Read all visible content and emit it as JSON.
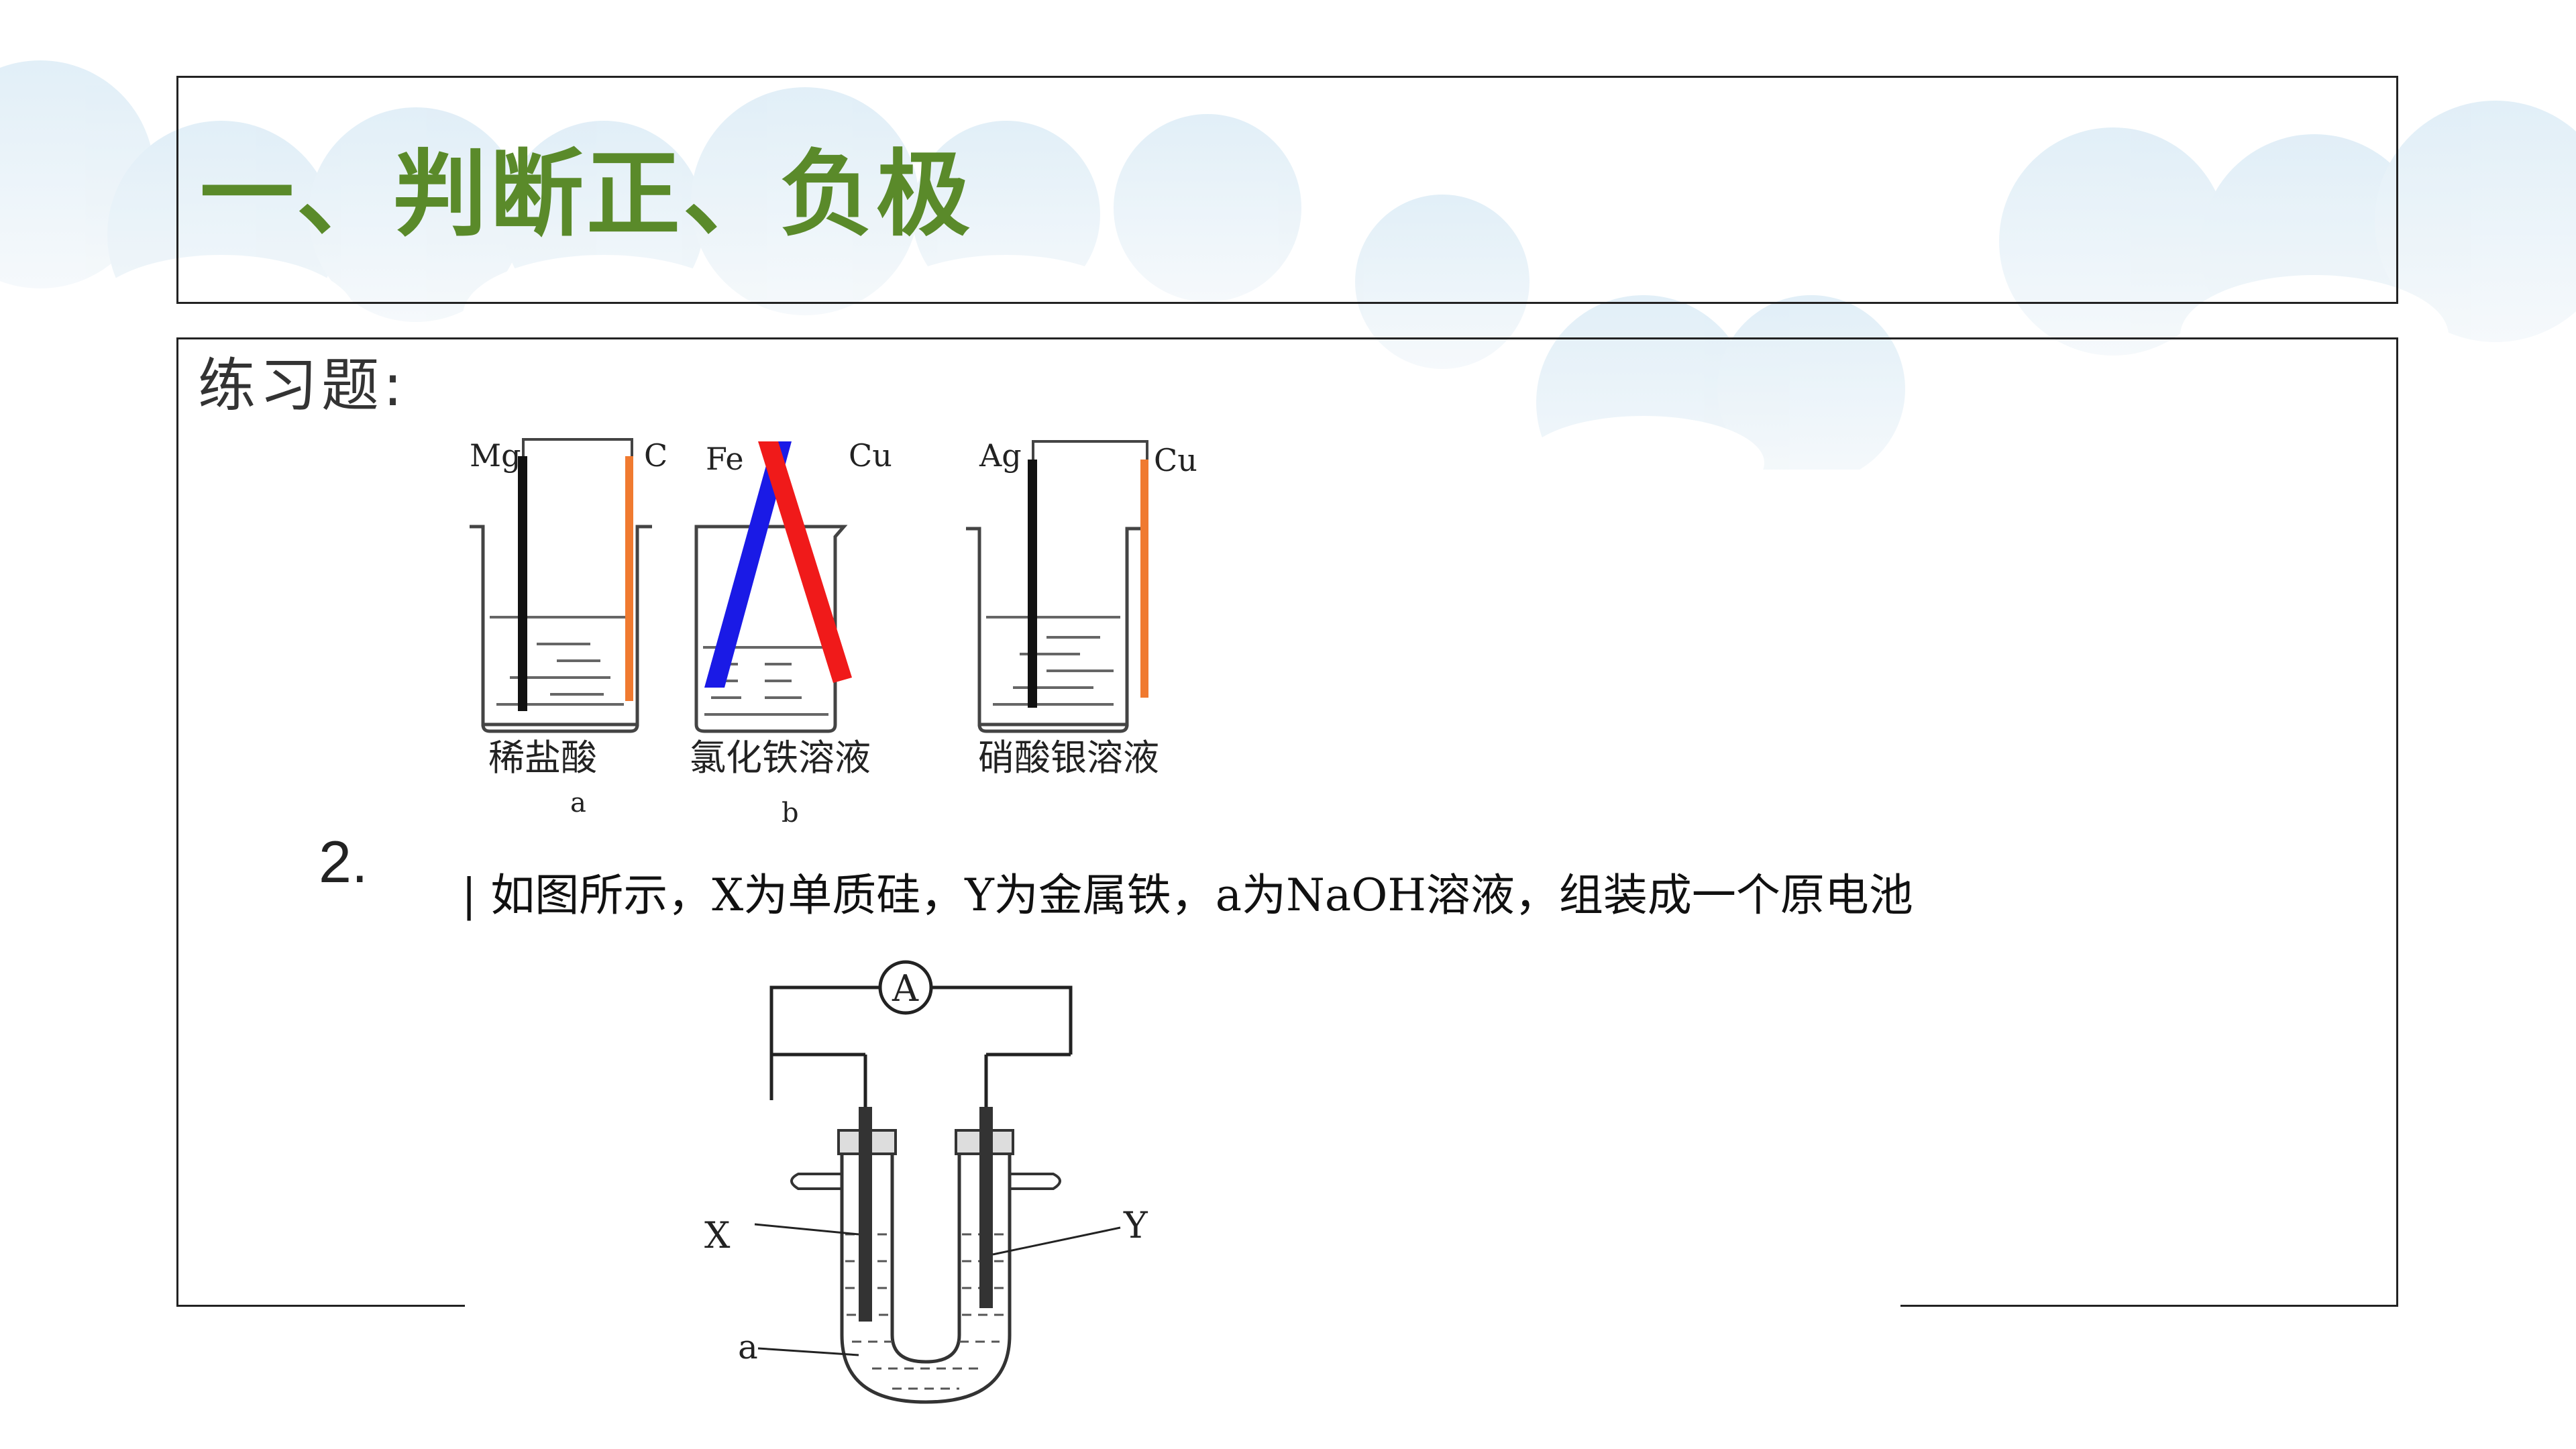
{
  "slide": {
    "title": "一、判断正、负极",
    "exercise_label": "练习题:",
    "item_number": "2.",
    "question": "如图所示，X为单质硅，Y为金属铁，a为NaOH溶液，组装成一个原电池"
  },
  "figure_beakers": {
    "cells": [
      {
        "left_electrode": "Mg",
        "right_electrode": "C",
        "solution": "稀盐酸",
        "letter": "a"
      },
      {
        "left_electrode": "Fe",
        "right_electrode": "Cu",
        "solution": "氯化铁溶液",
        "letter": "b"
      },
      {
        "left_electrode": "Ag",
        "right_electrode": "Cu",
        "solution": "硝酸银溶液",
        "letter": ""
      }
    ]
  },
  "figure_utube": {
    "meter": "A",
    "label_x": "X",
    "label_y": "Y",
    "label_a": "a"
  },
  "colors": {
    "title": "#5a8a2a",
    "electrode_black": "#111111",
    "electrode_orange": "#f07a30",
    "electrode_blue": "#1a1ae6",
    "electrode_red": "#f01a1a"
  }
}
